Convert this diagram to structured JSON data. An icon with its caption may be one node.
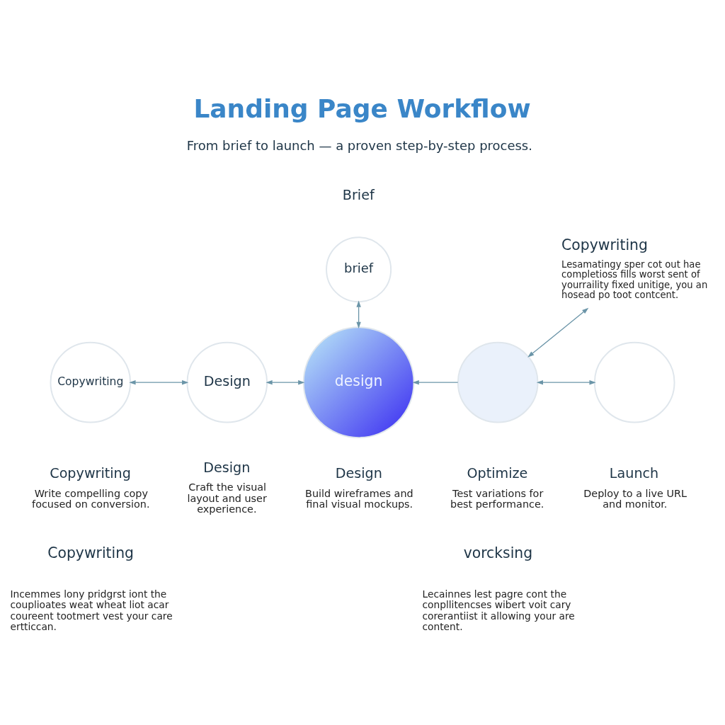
{
  "diagram": {
    "title": "Landing Page Workflow",
    "nodes": [
      {
        "text": [
          "brief"
        ],
        "beside": [
          "Brief"
        ]
      },
      {
        "text": [
          "Copywriting",
          "Lesamatingy sper cot out hae completioss fills worst sent of yourraility fixed unitige, you an hosead po toot contcent."
        ]
      },
      {
        "text": [
          "Copywriting"
        ],
        "beside": [
          "Copywriting",
          "Write compelling copy focused on conversion."
        ]
      },
      {
        "text": [
          "Design"
        ],
        "beside": [
          "Design",
          "Craft the visual layout and user experience."
        ]
      },
      {
        "text": [
          "design"
        ],
        "beside": [
          "Design",
          "Build wireframes and final visual mockups."
        ]
      },
      {
        "text": [],
        "shape": "circle",
        "beside": [
          "Optimize",
          "Test variations for best performance."
        ]
      },
      {
        "text": [],
        "shape": "circle",
        "beside": [
          "Launch",
          "Deploy to a live URL and monitor."
        ]
      }
    ],
    "edges": [
      {
        "from": 2,
        "to": 3,
        "arrow": "both"
      },
      {
        "from": 3,
        "to": 4,
        "arrow": "both"
      },
      {
        "from": 0,
        "to": 4,
        "arrow": "both"
      },
      {
        "from": 5,
        "to": 4,
        "arrow": "to"
      },
      {
        "from": 5,
        "to": 6,
        "arrow": "both"
      },
      {
        "from": 1,
        "to": 5,
        "arrow": "both"
      }
    ],
    "labels": [
      "From brief to launch — a proven step-by-step process.",
      "Copywriting",
      "Incemmes lony pridgrst iont the couplioates weat wheat liot acar coureent tootmert vest your care ertticcan.",
      "vorcksing",
      "Lecainnes lest pagre cont the conpllitencses wibert voit cary corerantiist it allowing your are content."
    ]
  }
}
